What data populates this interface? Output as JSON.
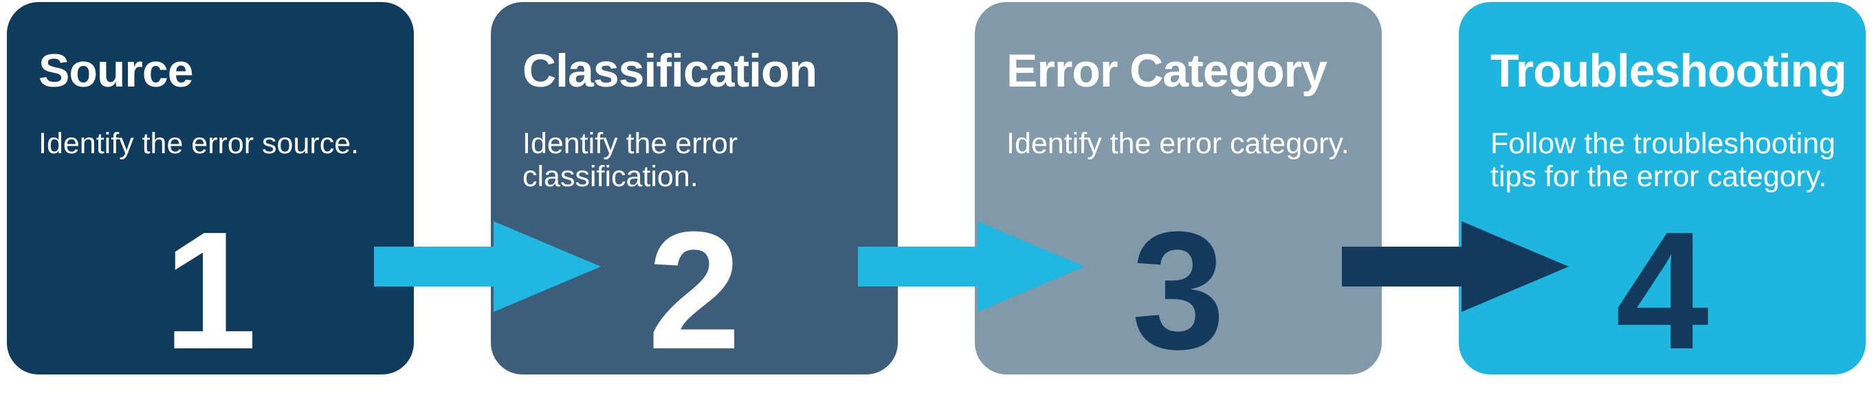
{
  "diagram": {
    "background_color": "#ffffff",
    "steps": [
      {
        "number": "1",
        "title": "Source",
        "description": "Identify the error source.",
        "card_color": "#0F3B5D",
        "text_color": "#ffffff",
        "number_color": "#ffffff"
      },
      {
        "number": "2",
        "title": "Classification",
        "description": "Identify the error classification.",
        "card_color": "#3C5E7A",
        "text_color": "#ffffff",
        "number_color": "#ffffff"
      },
      {
        "number": "3",
        "title": "Error Category",
        "description": "Identify the error category.",
        "card_color": "#8199A9",
        "text_color": "#ffffff",
        "number_color": "#113A5C"
      },
      {
        "number": "4",
        "title": "Troubleshooting",
        "description": "Follow the troubleshooting tips for the error category.",
        "card_color": "#1EB6DF",
        "text_color": "#ffffff",
        "number_color": "#113A5C"
      }
    ],
    "arrows": [
      {
        "from": "1",
        "to": "2",
        "color": "#20B8E2"
      },
      {
        "from": "2",
        "to": "3",
        "color": "#20B8E2"
      },
      {
        "from": "3",
        "to": "4",
        "color": "#113A5C"
      }
    ]
  }
}
